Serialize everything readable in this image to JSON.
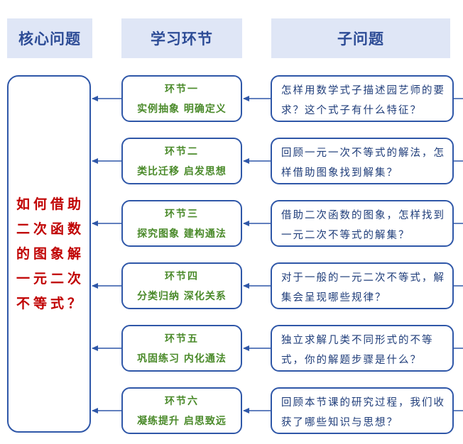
{
  "headers": {
    "core": "核心问题",
    "stage": "学习环节",
    "sub": "子问题"
  },
  "core_question": "如何借助二次函数的图象解一元二次不等式？",
  "rows": [
    {
      "stage_title": "环节一",
      "stage_desc": "实例抽象  明确定义",
      "sub_question": "怎样用数学式子描述园艺师的要求？这个式子有什么特征？"
    },
    {
      "stage_title": "环节二",
      "stage_desc": "类比迁移  启发思想",
      "sub_question": "回顾一元一次不等式的解法，怎样借助图象找到解集？"
    },
    {
      "stage_title": "环节三",
      "stage_desc": "探究图象  建构通法",
      "sub_question": "借助二次函数的图象，怎样找到一元二次不等式的解集？"
    },
    {
      "stage_title": "环节四",
      "stage_desc": "分类归纳  深化关系",
      "sub_question": "对于一般的一元二次不等式，解集会呈现哪些规律？"
    },
    {
      "stage_title": "环节五",
      "stage_desc": "巩固练习  内化通法",
      "sub_question": "独立求解几类不同形式的不等式，你的解题步骤是什么？"
    },
    {
      "stage_title": "环节六",
      "stage_desc": "凝练提升  启思致远",
      "sub_question": "回顾本节课的研究过程，我们收获了哪些知识与思想？"
    }
  ],
  "colors": {
    "header_bg": "#dfe6f6",
    "header_text": "#2d4c96",
    "border": "#2f57a8",
    "core_text": "#c00000",
    "stage_text": "#4a8a2a",
    "sub_text": "#1f3d7a"
  }
}
